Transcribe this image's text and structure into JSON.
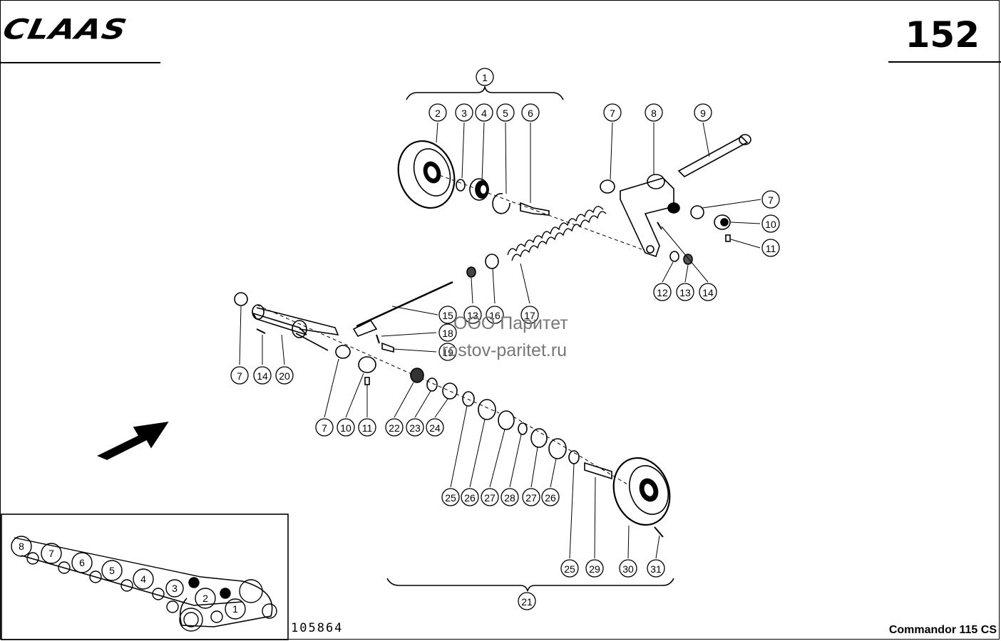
{
  "header": {
    "brand": "CLAAS",
    "page_number": "152"
  },
  "footer": {
    "drawing_number": "105864",
    "model": "Commandor 115 CS"
  },
  "watermark": {
    "line1": "ООО Паритет",
    "line2": "rostov-paritet.ru"
  },
  "callouts": [
    "1",
    "2",
    "3",
    "4",
    "5",
    "6",
    "7",
    "8",
    "9",
    "7",
    "10",
    "11",
    "12",
    "13",
    "14",
    "15",
    "13",
    "16",
    "17",
    "18",
    "19",
    "7",
    "14",
    "20",
    "7",
    "10",
    "11",
    "22",
    "23",
    "24",
    "25",
    "26",
    "27",
    "28",
    "27",
    "26",
    "25",
    "29",
    "30",
    "31",
    "21"
  ],
  "inset": {
    "pulley_numbers": [
      "8",
      "7",
      "6",
      "5",
      "4",
      "3",
      "2",
      "1"
    ]
  }
}
